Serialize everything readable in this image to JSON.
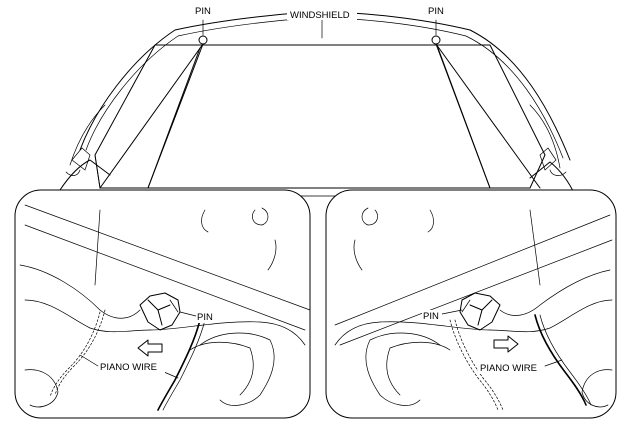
{
  "labels": {
    "windshield": "WINDSHIELD",
    "pin_left_top": "PIN",
    "pin_right_top": "PIN",
    "pin_left_detail": "PIN",
    "pin_right_detail": "PIN",
    "piano_wire_left": "PIANO WIRE",
    "piano_wire_right": "PIANO WIRE"
  },
  "colors": {
    "line": "#000000",
    "background": "#ffffff"
  }
}
